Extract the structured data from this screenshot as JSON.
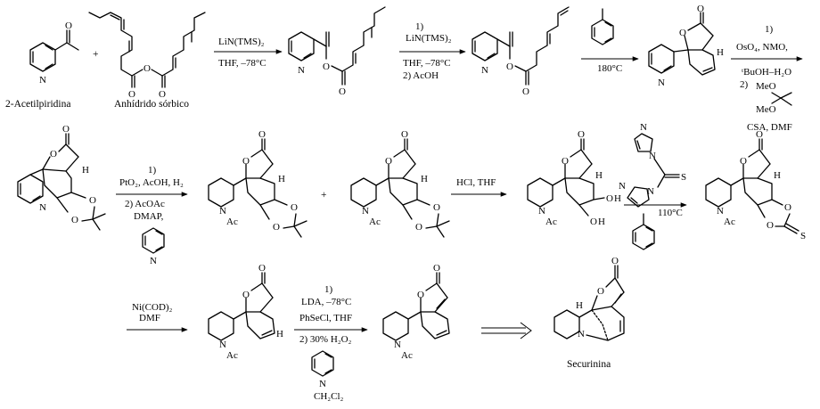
{
  "compounds": {
    "acetylpyridine": "2-Acetilpiridina",
    "anhydride": "Anhídrido sórbico",
    "product": "Securinina"
  },
  "atoms": {
    "N": "N",
    "O": "O",
    "H": "H",
    "S": "S",
    "Ac": "Ac"
  },
  "symbols": {
    "plus": "+"
  },
  "steps": {
    "s1": {
      "line1": "LiN(TMS)₂",
      "line2": "THF, –78°C"
    },
    "s2": {
      "line1": "1)",
      "line2": "LiN(TMS)₂",
      "line3": "THF, –78°C",
      "line4": "2)  AcOH"
    },
    "s3": {
      "line1": "180°C"
    },
    "s4": {
      "line1": "1)",
      "line2": "OsO₄,  NMO,",
      "line3": "ᵗBuOH–H₂O",
      "line4": "2)",
      "line5": "MeO",
      "line6": "MeO",
      "line7": "CSA, DMF"
    },
    "s5": {
      "line1": "1)",
      "line2": "PtO₂, AcOH, H₂",
      "line3": "2)  AcOAc",
      "line4": "DMAP,"
    },
    "s6": {
      "line1": "HCl, THF"
    },
    "s7": {
      "line1": "110°C"
    },
    "s8": {
      "line1": "Ni(COD)₂",
      "line2": "DMF"
    },
    "s9": {
      "line1": "1)",
      "line2": "LDA, –78°C",
      "line3": "PhSeCl, THF",
      "line4": "2) 30% H₂O₂",
      "line5": "CH₂Cl₂"
    }
  }
}
